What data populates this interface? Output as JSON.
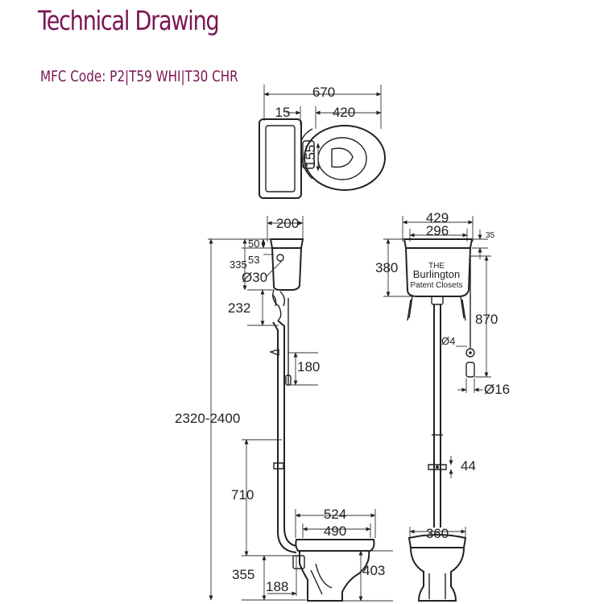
{
  "header": {
    "title": "Technical Drawing",
    "mfc_label": "MFC Code:",
    "mfc_code": "P2|T59 WHI|T30 CHR"
  },
  "colors": {
    "accent": "#7a1553",
    "line": "#222222"
  },
  "dimensions": {
    "top_width": "670",
    "top_15": "15",
    "top_420": "420",
    "top_155": "155",
    "side_200": "200",
    "side_50": "50",
    "side_335": "335",
    "side_53": "53",
    "side_d30": "Ø30",
    "side_232": "232",
    "side_180": "180",
    "side_total": "2320-2400",
    "side_710": "710",
    "side_524": "524",
    "side_490": "490",
    "side_355": "355",
    "side_403": "403",
    "side_188": "188",
    "front_429": "429",
    "front_296": "296",
    "front_35": "35",
    "front_380": "380",
    "front_870": "870",
    "front_d4": "Ø4",
    "front_d16": "Ø16",
    "front_44": "44",
    "front_360": "360"
  },
  "cistern_label": {
    "line1": "THE",
    "line2": "Burlington",
    "line3": "Patent Closets"
  }
}
